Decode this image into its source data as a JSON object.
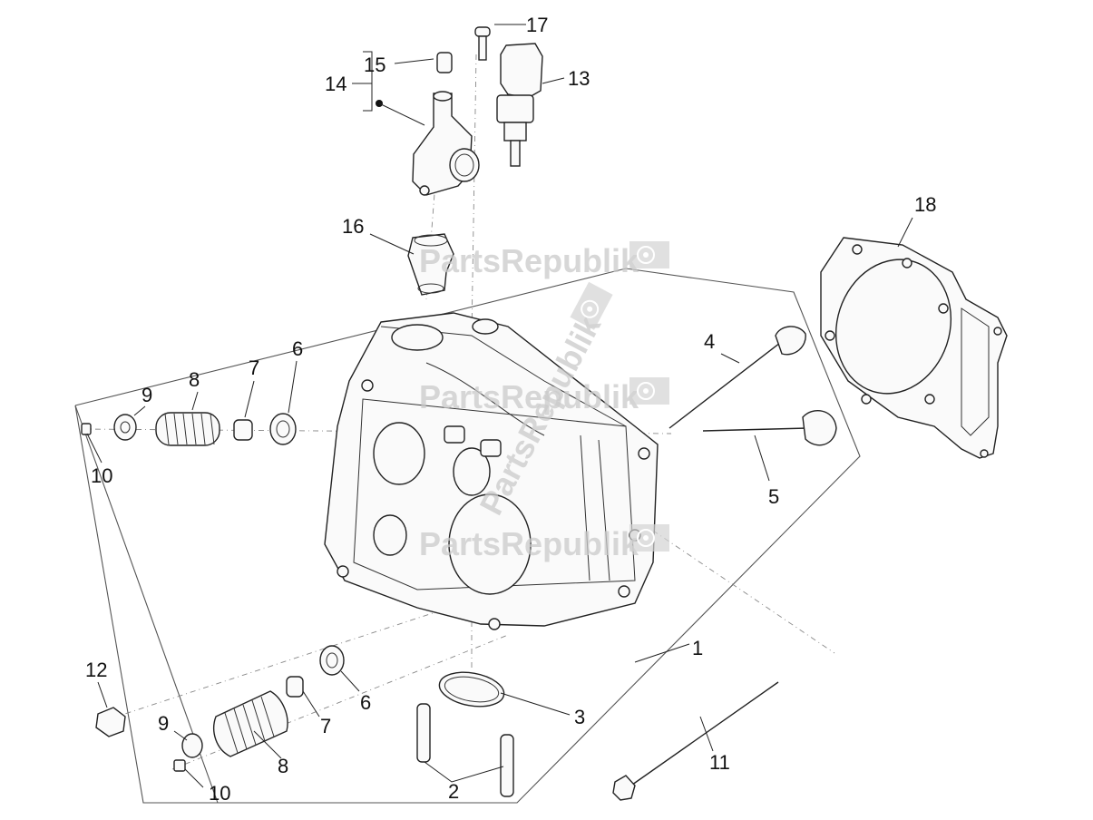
{
  "watermark": {
    "brand": "PartsRepublik",
    "icon": "gear-flag-icon",
    "color": "#c9c9c9"
  },
  "callouts": [
    {
      "id": "c1",
      "label": "1"
    },
    {
      "id": "c2",
      "label": "2"
    },
    {
      "id": "c3",
      "label": "3"
    },
    {
      "id": "c4",
      "label": "4"
    },
    {
      "id": "c5",
      "label": "5"
    },
    {
      "id": "c6a",
      "label": "6"
    },
    {
      "id": "c6b",
      "label": "6"
    },
    {
      "id": "c7a",
      "label": "7"
    },
    {
      "id": "c7b",
      "label": "7"
    },
    {
      "id": "c8a",
      "label": "8"
    },
    {
      "id": "c8b",
      "label": "8"
    },
    {
      "id": "c9a",
      "label": "9"
    },
    {
      "id": "c9b",
      "label": "9"
    },
    {
      "id": "c10a",
      "label": "10"
    },
    {
      "id": "c10b",
      "label": "10"
    },
    {
      "id": "c11",
      "label": "11"
    },
    {
      "id": "c12",
      "label": "12"
    },
    {
      "id": "c13",
      "label": "13"
    },
    {
      "id": "c14",
      "label": "14"
    },
    {
      "id": "c15",
      "label": "15"
    },
    {
      "id": "c16",
      "label": "16"
    },
    {
      "id": "c17",
      "label": "17"
    },
    {
      "id": "c18",
      "label": "18"
    }
  ]
}
